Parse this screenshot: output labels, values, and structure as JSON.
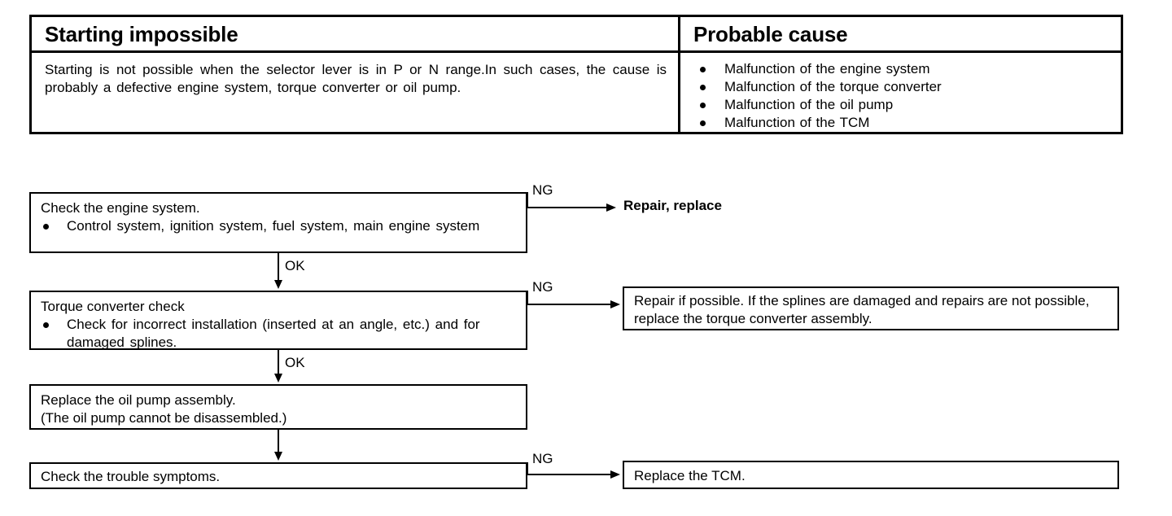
{
  "table": {
    "headers": {
      "symptom": "Starting impossible",
      "cause": "Probable cause"
    },
    "description": "Starting is not possible when the selector lever is in P or N range.In such cases, the cause is probably a defective engine system, torque converter or oil pump.",
    "causes": [
      "Malfunction of the engine system",
      "Malfunction of the torque converter",
      "Malfunction of the oil pump",
      "Malfunction of the TCM"
    ]
  },
  "flowchart": {
    "step1": {
      "title": "Check the engine system.",
      "bullet": "Control system, ignition system, fuel system, main engine system"
    },
    "step2": {
      "title": "Torque converter check",
      "bullet": "Check for incorrect installation (inserted at an angle, etc.) and for damaged splines."
    },
    "step3": {
      "line1": "Replace the oil pump assembly.",
      "line2": "(The oil pump cannot be disassembled.)"
    },
    "step4": {
      "title": "Check the trouble symptoms."
    },
    "outcome1": "Repair, replace",
    "outcome2": "Repair if possible. If the splines are damaged and repairs are not possible, replace the torque converter assembly.",
    "outcome4": "Replace the TCM.",
    "labels": {
      "ng1": "NG",
      "ng2": "NG",
      "ng4": "NG",
      "ok1": "OK",
      "ok2": "OK"
    }
  }
}
